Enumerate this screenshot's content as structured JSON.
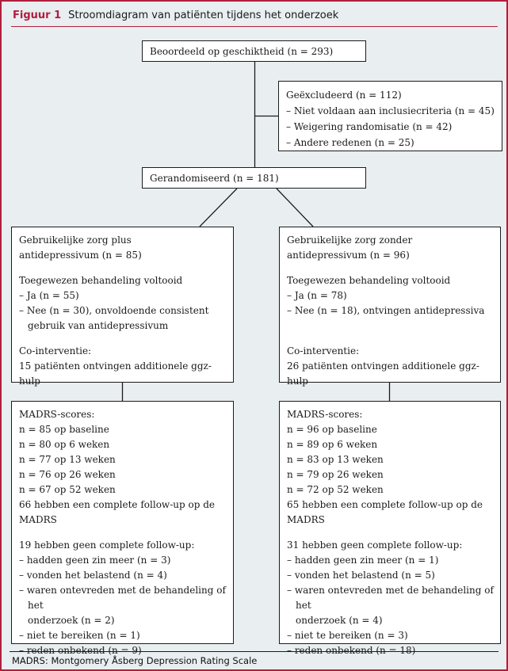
{
  "colors": {
    "accent": "#b01e3d",
    "background": "#e9eef0",
    "box_border": "#1c1c1c",
    "box_fill": "#ffffff"
  },
  "header": {
    "figure_label": "Figuur 1",
    "title": "Stroomdiagram van patiënten tijdens het onderzoek"
  },
  "flow": {
    "assessed": {
      "label": "Beoordeeld op geschiktheid (n = 293)"
    },
    "excluded": {
      "lines": [
        {
          "kind": "text",
          "text": "Geëxcludeerd (n = 112)"
        },
        {
          "kind": "dash",
          "text": "– Niet voldaan aan inclusiecriteria (n = 45)"
        },
        {
          "kind": "dash",
          "text": "– Weigering randomisatie (n = 42)"
        },
        {
          "kind": "dash",
          "text": "– Andere redenen (n = 25)"
        }
      ]
    },
    "randomized": {
      "label": "Gerandomiseerd (n = 181)"
    },
    "arm_left": {
      "lines": [
        {
          "kind": "text",
          "text": "Gebruikelijke zorg plus"
        },
        {
          "kind": "text",
          "text": "antidepressivum (n = 85)"
        },
        {
          "kind": "gap"
        },
        {
          "kind": "text",
          "text": "Toegewezen behandeling voltooid"
        },
        {
          "kind": "dash",
          "text": "– Ja (n = 55)"
        },
        {
          "kind": "dash",
          "text": "– Nee (n = 30), onvoldoende consistent"
        },
        {
          "kind": "cont",
          "text": "gebruik van antidepressivum"
        },
        {
          "kind": "gap"
        },
        {
          "kind": "text",
          "text": "Co-interventie:"
        },
        {
          "kind": "text",
          "text": "15 patiënten ontvingen additionele ggz-hulp"
        }
      ]
    },
    "arm_right": {
      "lines": [
        {
          "kind": "text",
          "text": "Gebruikelijke zorg zonder"
        },
        {
          "kind": "text",
          "text": "antidepressivum (n = 96)"
        },
        {
          "kind": "gap"
        },
        {
          "kind": "text",
          "text": "Toegewezen behandeling voltooid"
        },
        {
          "kind": "dash",
          "text": "– Ja (n = 78)"
        },
        {
          "kind": "dash",
          "text": "– Nee (n = 18), ontvingen antidepressiva"
        },
        {
          "kind": "gap_lg"
        },
        {
          "kind": "text",
          "text": "Co-interventie:"
        },
        {
          "kind": "text",
          "text": "26 patiënten ontvingen additionele ggz-hulp"
        }
      ]
    },
    "madrs_left": {
      "lines": [
        {
          "kind": "text",
          "text": "MADRS-scores:"
        },
        {
          "kind": "text",
          "text": "n = 85 op baseline"
        },
        {
          "kind": "text",
          "text": "n = 80 op 6 weken"
        },
        {
          "kind": "text",
          "text": "n = 77 op 13 weken"
        },
        {
          "kind": "text",
          "text": "n = 76 op 26 weken"
        },
        {
          "kind": "text",
          "text": "n = 67 op 52 weken"
        },
        {
          "kind": "text",
          "text": "66 hebben een complete follow-up op de"
        },
        {
          "kind": "text",
          "text": "MADRS"
        },
        {
          "kind": "gap"
        },
        {
          "kind": "text",
          "text": "19 hebben geen complete follow-up:"
        },
        {
          "kind": "dash",
          "text": "– hadden geen zin meer (n = 3)"
        },
        {
          "kind": "dash",
          "text": "– vonden het belastend (n = 4)"
        },
        {
          "kind": "dash",
          "text": "– waren ontevreden met de behandeling of het"
        },
        {
          "kind": "cont",
          "text": "onderzoek (n = 2)"
        },
        {
          "kind": "dash",
          "text": "– niet te bereiken (n = 1)"
        },
        {
          "kind": "dash",
          "text": "– reden onbekend (n = 9)"
        }
      ]
    },
    "madrs_right": {
      "lines": [
        {
          "kind": "text",
          "text": "MADRS-scores:"
        },
        {
          "kind": "text",
          "text": "n = 96 op baseline"
        },
        {
          "kind": "text",
          "text": "n = 89 op 6 weken"
        },
        {
          "kind": "text",
          "text": "n = 83 op 13 weken"
        },
        {
          "kind": "text",
          "text": "n = 79 op 26 weken"
        },
        {
          "kind": "text",
          "text": "n = 72 op 52 weken"
        },
        {
          "kind": "text",
          "text": "65 hebben een complete follow-up op de"
        },
        {
          "kind": "text",
          "text": "MADRS"
        },
        {
          "kind": "gap"
        },
        {
          "kind": "text",
          "text": "31 hebben geen complete follow-up:"
        },
        {
          "kind": "dash",
          "text": "– hadden geen zin meer (n = 1)"
        },
        {
          "kind": "dash",
          "text": "– vonden het belastend (n = 5)"
        },
        {
          "kind": "dash",
          "text": "– waren ontevreden met de behandeling of het"
        },
        {
          "kind": "cont",
          "text": "onderzoek (n = 4)"
        },
        {
          "kind": "dash",
          "text": "– niet te bereiken (n = 3)"
        },
        {
          "kind": "dash",
          "text": "– reden onbekend (n = 18)"
        }
      ]
    }
  },
  "footer": {
    "note": "MADRS: Montgomery Åsberg Depression Rating Scale"
  }
}
